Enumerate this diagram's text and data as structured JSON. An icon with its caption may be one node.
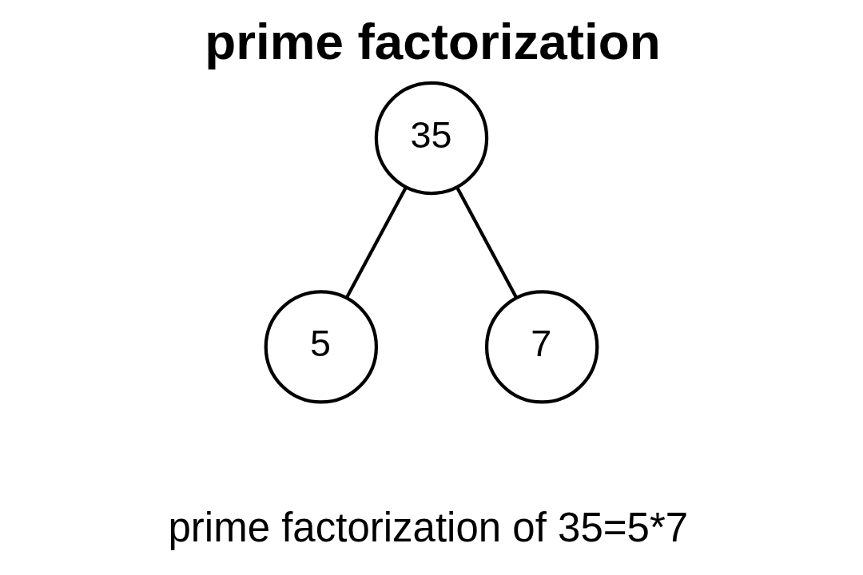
{
  "diagram": {
    "title": "prime factorization",
    "caption": "prime factorization of 35=5*7",
    "nodes": [
      {
        "text": [
          "35"
        ]
      },
      {
        "text": [
          "5"
        ]
      },
      {
        "text": [
          "7"
        ]
      }
    ],
    "edges": [
      {
        "from": 0,
        "to": 1,
        "arrow": "none"
      },
      {
        "from": 0,
        "to": 2,
        "arrow": "none"
      }
    ]
  }
}
